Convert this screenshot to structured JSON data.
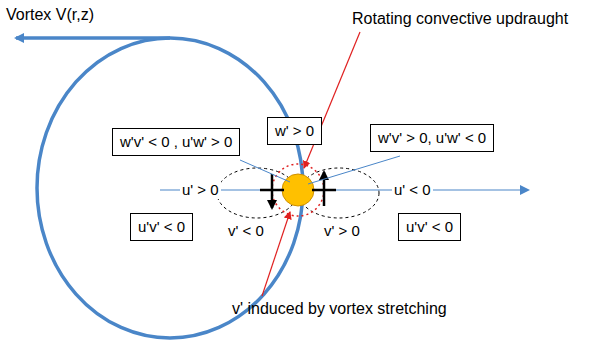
{
  "diagram": {
    "nodes": [
      {
        "text": [
          "w' > 0"
        ]
      },
      {
        "text": [
          "w'v' < 0 , u'w' > 0"
        ]
      },
      {
        "text": [
          "w'v' > 0, u'w' < 0"
        ]
      },
      {
        "text": [
          "u'v' < 0"
        ]
      },
      {
        "text": [
          "u'v' < 0"
        ]
      }
    ],
    "labels": [
      "Vortex V(r,z)",
      "Rotating convective updraught",
      "u' > 0",
      "u' < 0",
      "v' < 0",
      "v' > 0",
      "v' induced by vortex stretching"
    ]
  }
}
